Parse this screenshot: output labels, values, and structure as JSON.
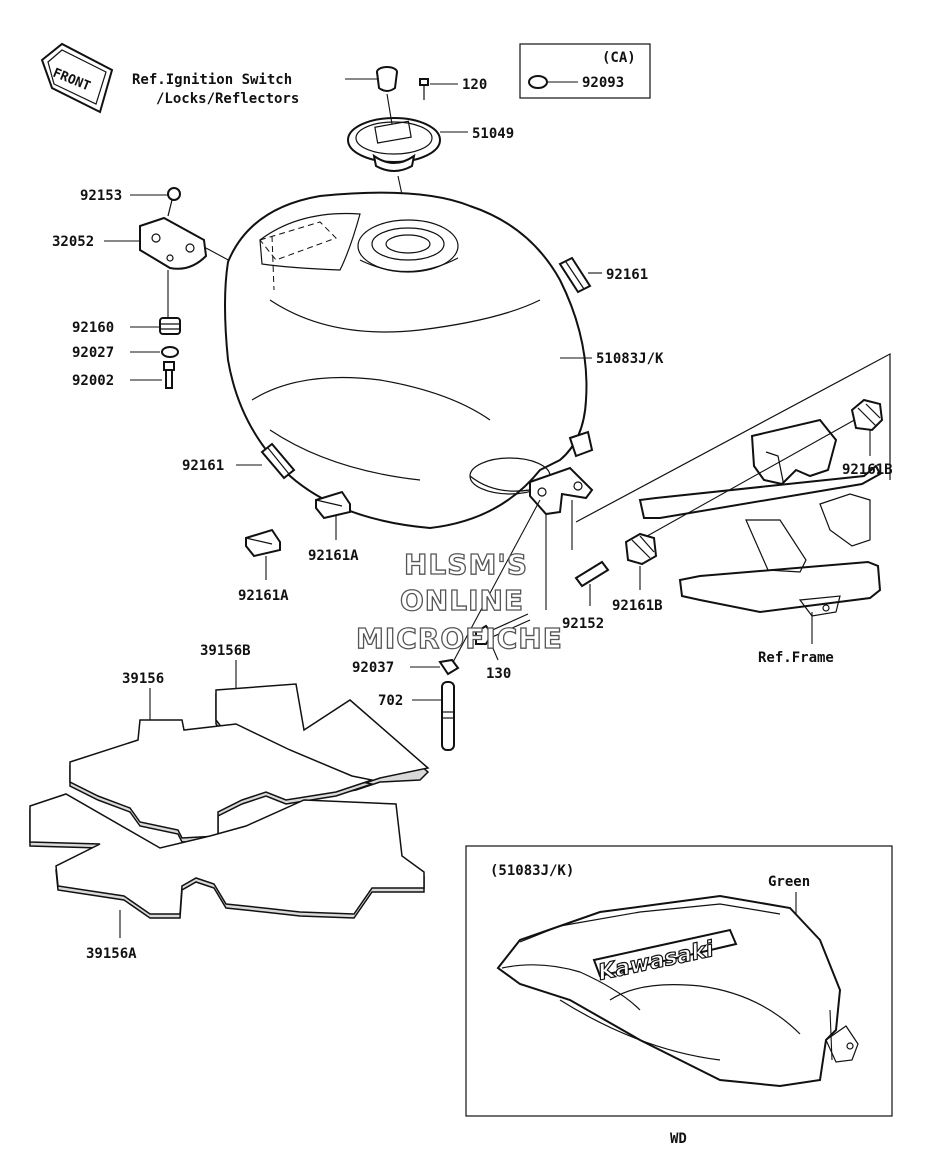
{
  "front_arrow": {
    "text": "FRONT"
  },
  "ref_ignition": {
    "line1": "Ref.Ignition Switch",
    "line2": "/Locks/Reflectors"
  },
  "ca_box": {
    "header": "(CA)",
    "part": "92093"
  },
  "parts": {
    "p120": "120",
    "p51049": "51049",
    "p92153": "92153",
    "p32052": "32052",
    "p92161_top": "92161",
    "p51083": "51083J/K",
    "p92160": "92160",
    "p92027": "92027",
    "p92002": "92002",
    "p92161_left": "92161",
    "p92161B_right": "92161B",
    "p92161A_mid": "92161A",
    "p92161A_low": "92161A",
    "p92152": "92152",
    "p92161B_mid": "92161B",
    "p92037": "92037",
    "p130": "130",
    "p702": "702",
    "ref_frame": "Ref.Frame",
    "p39156B": "39156B",
    "p39156": "39156",
    "p39156A": "39156A"
  },
  "watermark": {
    "line1": "HLSM'S",
    "line2": "ONLINE",
    "line3": "MICROFICHE"
  },
  "inset": {
    "header": "(51083J/K)",
    "color_label": "Green",
    "brand": "Kawasaki",
    "footer": "WD"
  }
}
